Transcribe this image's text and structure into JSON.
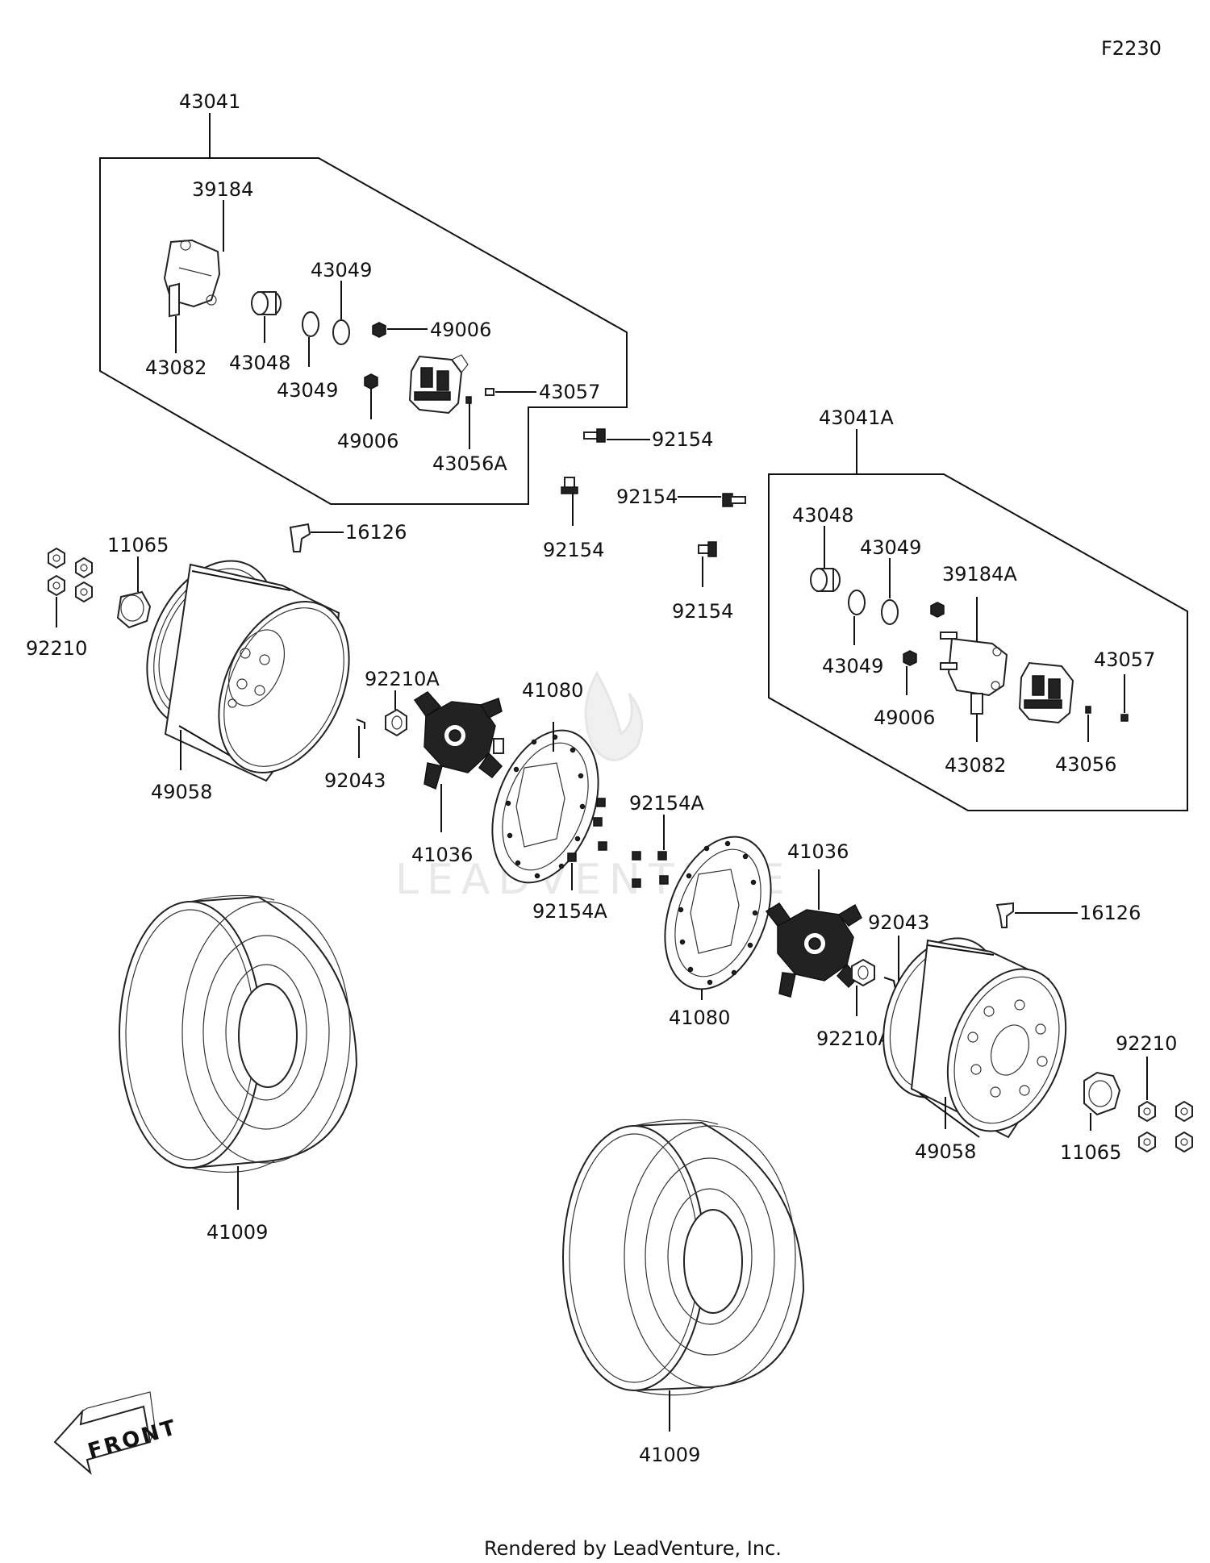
{
  "figure_code": "F2230",
  "footer": "Rendered by LeadVenture, Inc.",
  "watermark": "LEADVENTURE",
  "front_arrow": "FRONT",
  "labels": {
    "43041": "43041",
    "39184": "39184",
    "43049_a": "43049",
    "49006_a": "49006",
    "43082_a": "43082",
    "43048_a": "43048",
    "43049_b": "43049",
    "43057_a": "43057",
    "49006_b": "49006",
    "43056A": "43056A",
    "92154_a": "92154",
    "92154_b": "92154",
    "92154_c": "92154",
    "92154_d": "92154",
    "43041A": "43041A",
    "43048_b": "43048",
    "43049_c": "43049",
    "39184A": "39184A",
    "43049_d": "43049",
    "43057_b": "43057",
    "49006_c": "49006",
    "43082_b": "43082",
    "43056": "43056",
    "11065_a": "11065",
    "16126_a": "16126",
    "92210_a": "92210",
    "92210A_a": "92210A",
    "41080_a": "41080",
    "92043_a": "92043",
    "49058_a": "49058",
    "41036_a": "41036",
    "92154A_a": "92154A",
    "92154A_b": "92154A",
    "41036_b": "41036",
    "16126_b": "16126",
    "92043_b": "92043",
    "41080_b": "41080",
    "92210A_b": "92210A",
    "92210_b": "92210",
    "49058_b": "49058",
    "11065_b": "11065",
    "41009_a": "41009",
    "41009_b": "41009"
  }
}
